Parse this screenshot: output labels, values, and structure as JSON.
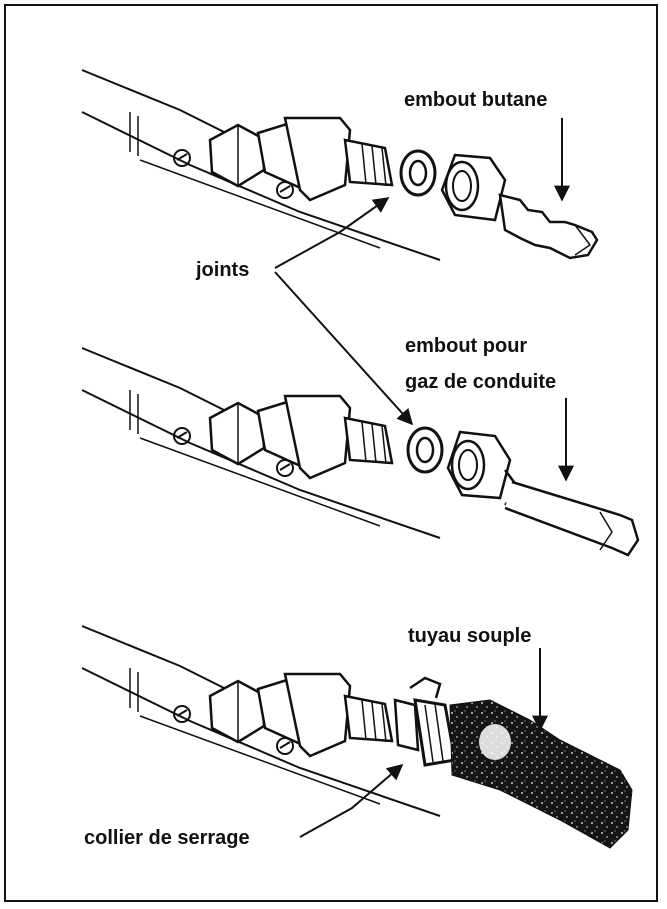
{
  "labels": {
    "embout_butane": "embout butane",
    "joints": "joints",
    "embout_pour": "embout pour",
    "gaz_de_conduite": "gaz de conduite",
    "tuyau_souple": "tuyau souple",
    "collier_de_serrage": "collier de serrage"
  },
  "colors": {
    "ink": "#111111",
    "paper": "#ffffff"
  }
}
